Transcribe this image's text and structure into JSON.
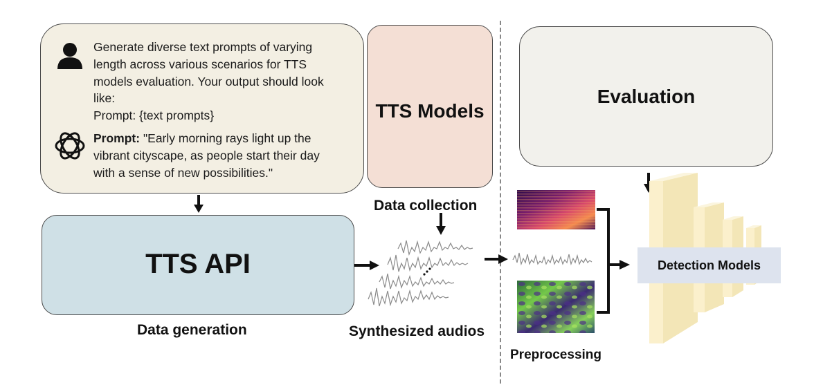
{
  "prompt_panel": {
    "user_text": "Generate diverse text prompts of varying\nlength across various scenarios for TTS\nmodels evaluation. Your output should look\nlike:\nPrompt: {text prompts}",
    "response_label": "Prompt:",
    "response_text": " \"Early morning rays light up the vibrant cityscape, as people start their day with a sense of new possibilities.\"",
    "response_lines": [
      "vibrant cityscape, as people start their day",
      "with a sense of new possibilities.\""
    ]
  },
  "tts_models": {
    "title": "TTS Models"
  },
  "tts_api": {
    "title": "TTS API"
  },
  "evaluation": {
    "title": "Evaluation"
  },
  "detection": {
    "label": "Detection Models"
  },
  "captions": {
    "data_generation": "Data generation",
    "data_collection": "Data collection",
    "synthesized_audios": "Synthesized audios",
    "preprocessing": "Preprocessing"
  },
  "icons": {
    "user": "user-icon",
    "assistant": "openai-logo-icon"
  },
  "colors": {
    "prompt_bg": "#f3efe3",
    "tts_models_bg": "#f4dfd5",
    "api_bg": "#cfe0e6",
    "eval_bg": "#f2f1ec",
    "block_fill": "#faf0cc",
    "detection_bg": "#dde3ee"
  }
}
